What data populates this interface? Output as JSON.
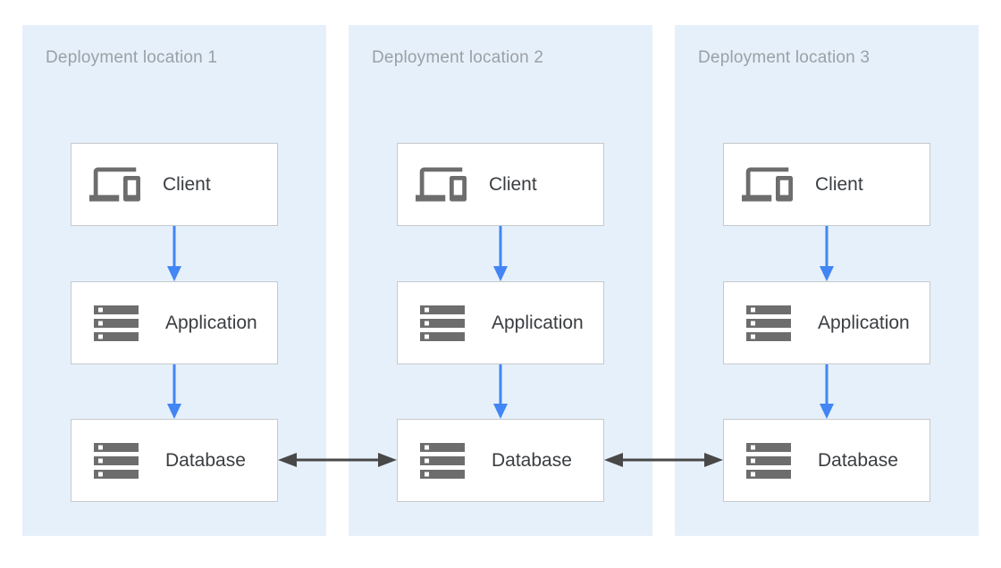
{
  "diagram": {
    "panels": [
      {
        "title": "Deployment location 1",
        "nodes": [
          {
            "label": "Client",
            "icon": "devices-icon"
          },
          {
            "label": "Application",
            "icon": "storage-icon"
          },
          {
            "label": "Database",
            "icon": "storage-icon"
          }
        ]
      },
      {
        "title": "Deployment location 2",
        "nodes": [
          {
            "label": "Client",
            "icon": "devices-icon"
          },
          {
            "label": "Application",
            "icon": "storage-icon"
          },
          {
            "label": "Database",
            "icon": "storage-icon"
          }
        ]
      },
      {
        "title": "Deployment location 3",
        "nodes": [
          {
            "label": "Client",
            "icon": "devices-icon"
          },
          {
            "label": "Application",
            "icon": "storage-icon"
          },
          {
            "label": "Database",
            "icon": "storage-icon"
          }
        ]
      }
    ],
    "connections": {
      "flow_arrows_per_location": [
        {
          "from": "Client",
          "to": "Application",
          "direction": "down"
        },
        {
          "from": "Application",
          "to": "Database",
          "direction": "down"
        }
      ],
      "replication_arrows": [
        {
          "between": [
            "Database (location 1)",
            "Database (location 2)"
          ],
          "bidirectional": true
        },
        {
          "between": [
            "Database (location 2)",
            "Database (location 3)"
          ],
          "bidirectional": true
        }
      ]
    },
    "colors": {
      "page_bg": "#ffffff",
      "panel_bg": "#e6f0fa",
      "box_bg": "#ffffff",
      "box_border": "#c6c9cc",
      "flow_arrow": "#4285f4",
      "replication_arrow": "#484848",
      "icon": "#6d6d6d",
      "title_text": "#9aa0a6",
      "label_text": "#3a3d41"
    }
  }
}
